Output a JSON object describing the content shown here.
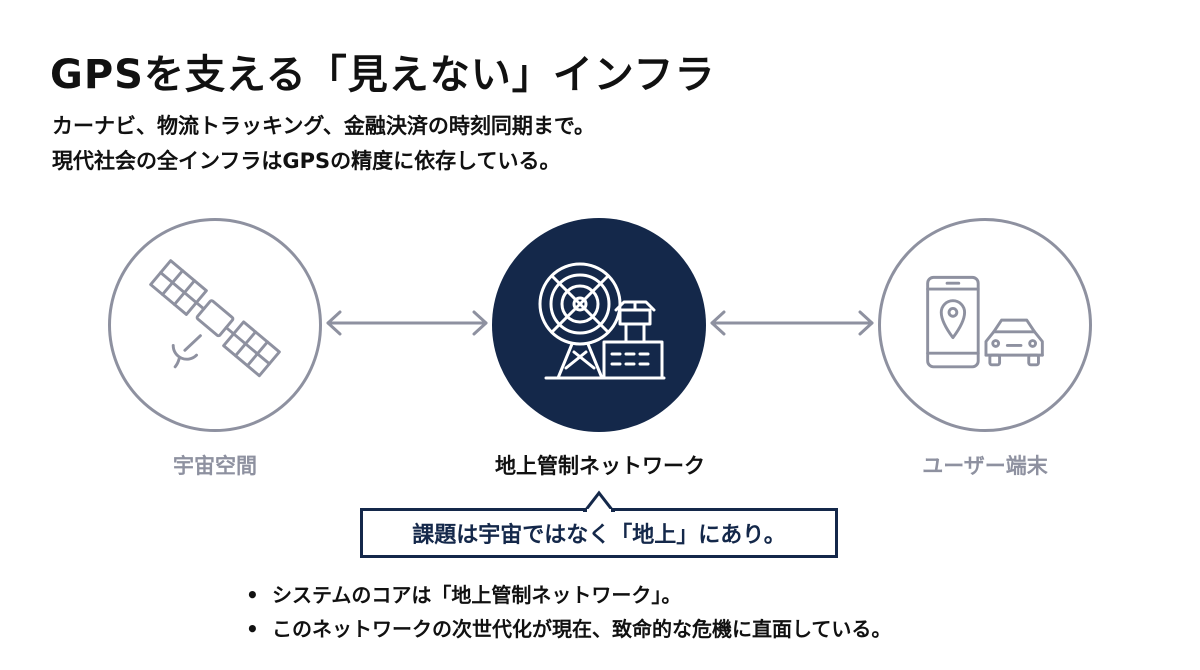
{
  "title": "GPSを支える「見えない」インフラ",
  "subtitle": {
    "line1": "カーナビ、物流トラッキング、金融決済の時刻同期まで。",
    "line2": "現代社会の全インフラはGPSの精度に依存している。"
  },
  "nodes": [
    {
      "label": "宇宙空間",
      "icon": "satellite-icon"
    },
    {
      "label": "地上管制ネットワーク",
      "icon": "ground-station-icon"
    },
    {
      "label": "ユーザー端末",
      "icon": "smartphone-car-icon"
    }
  ],
  "callout": "課題は宇宙ではなく「地上」にあり。",
  "bullets": [
    "システムのコアは「地上管制ネットワーク」。",
    "このネットワークの次世代化が現在、致命的な危機に直面している。"
  ],
  "bullet_symbol": "•",
  "colors": {
    "navy": "#14284a",
    "gray": "#8e91a0",
    "text": "#111111"
  }
}
